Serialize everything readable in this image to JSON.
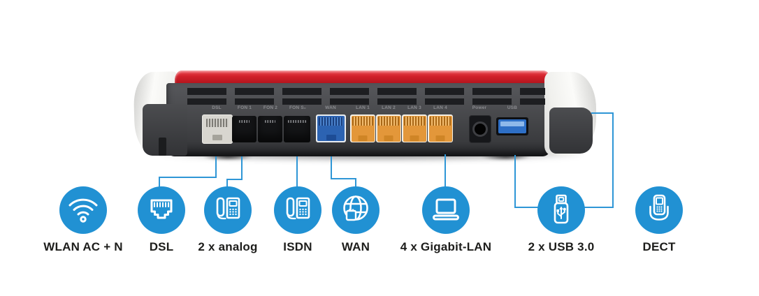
{
  "diagram": {
    "router": {
      "name": "router-rear-panel",
      "port_labels": [
        "DSL",
        "FON 1",
        "FON 2",
        "FON S₀",
        "WAN",
        "LAN 1",
        "LAN 2",
        "LAN 3",
        "LAN 4",
        "Power",
        "USB"
      ]
    },
    "features": [
      {
        "label": "WLAN AC + N",
        "icon": "wifi-icon"
      },
      {
        "label": "DSL",
        "icon": "ethernet-jack-icon"
      },
      {
        "label": "2 x analog",
        "icon": "desk-phone-icon"
      },
      {
        "label": "ISDN",
        "icon": "desk-phone-icon"
      },
      {
        "label": "WAN",
        "icon": "globe-icon"
      },
      {
        "label": "4 x Gigabit-LAN",
        "icon": "laptop-icon"
      },
      {
        "label": "2 x USB 3.0",
        "icon": "usb-stick-icon"
      },
      {
        "label": "DECT",
        "icon": "cordless-phone-icon"
      }
    ],
    "colors": {
      "accent_blue": "#2191d3",
      "connector_blue": "#2e96d6",
      "router_red": "#c4161f",
      "router_gray": "#47484b",
      "port_orange": "#e3973a",
      "port_wan_blue": "#2c63b2",
      "label_color": "#1d1d1b"
    }
  }
}
